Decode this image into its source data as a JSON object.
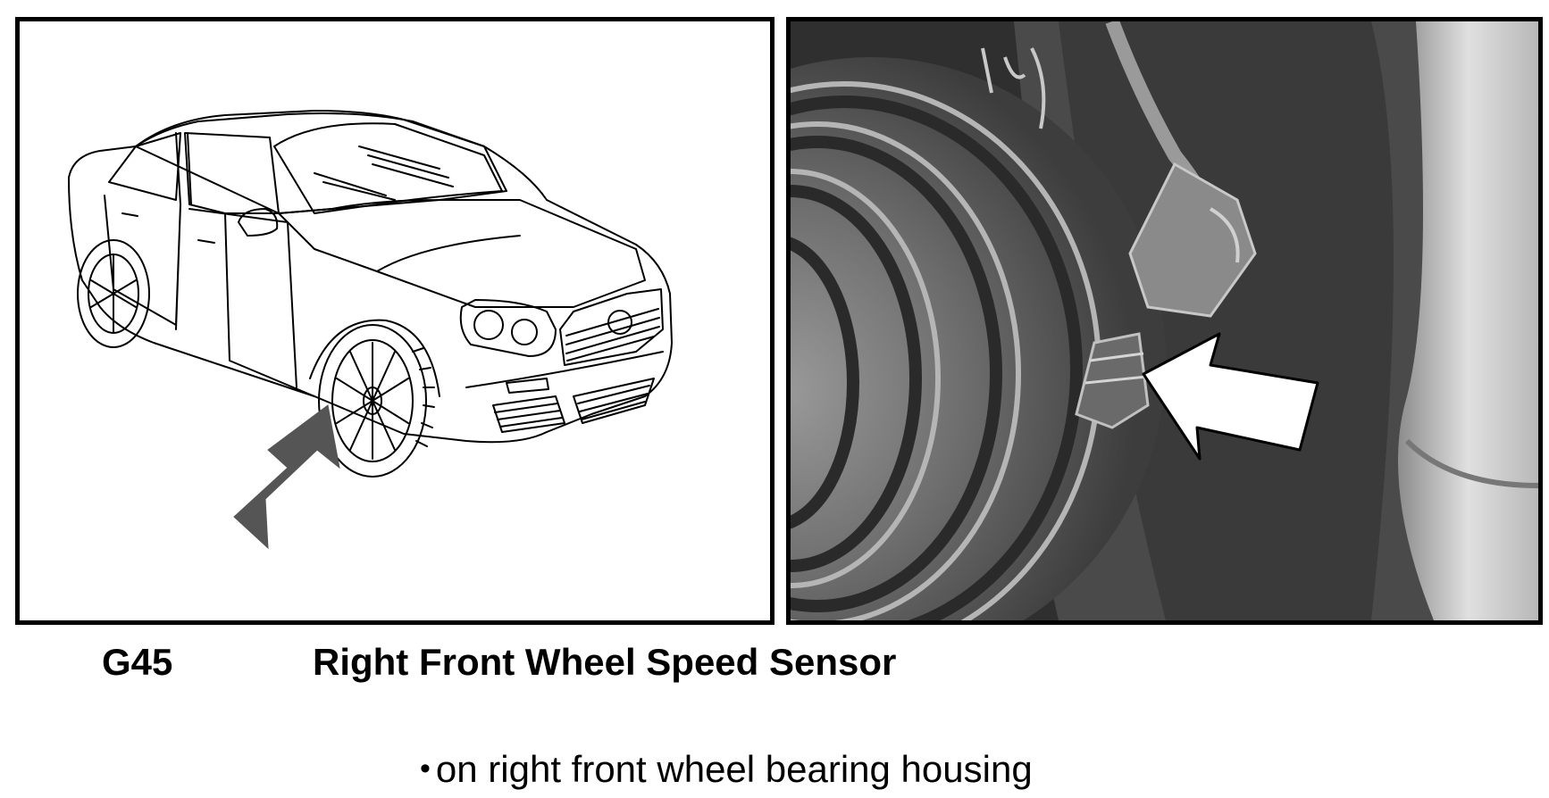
{
  "caption": {
    "component_code": "G45",
    "component_title": "Right Front Wheel Speed Sensor"
  },
  "location": {
    "bullet": "•",
    "text": "on right front wheel bearing housing"
  },
  "illustrations": {
    "left": {
      "icon": "car-line-drawing",
      "pointer": "arrow-pointer-icon",
      "pointer_color": "#555555"
    },
    "right": {
      "icon": "wheel-speed-sensor-photo",
      "pointer": "arrow-pointer-icon",
      "pointer_color": "#ffffff"
    }
  }
}
